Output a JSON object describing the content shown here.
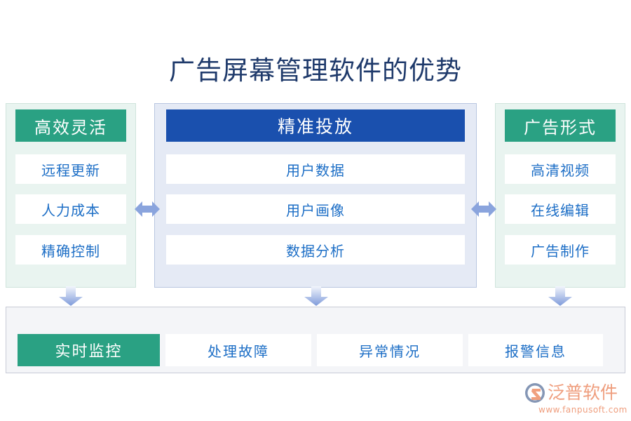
{
  "page": {
    "title": "广告屏幕管理软件的优势"
  },
  "columns": [
    {
      "id": "left",
      "header": "高效灵活",
      "header_color": "#2aa183",
      "items": [
        "远程更新",
        "人力成本",
        "精确控制"
      ]
    },
    {
      "id": "center",
      "header": "精准投放",
      "header_color": "#1a50ae",
      "items": [
        "用户数据",
        "用户画像",
        "数据分析"
      ]
    },
    {
      "id": "right",
      "header": "广告形式",
      "header_color": "#2aa183",
      "items": [
        "高清视频",
        "在线编辑",
        "广告制作"
      ]
    }
  ],
  "connectors": {
    "horizontal": [
      "double-arrow-left-right",
      "double-arrow-left-right"
    ],
    "vertical": [
      "arrow-down",
      "arrow-down",
      "arrow-down"
    ]
  },
  "bottom": {
    "items": [
      {
        "label": "实时监控",
        "style": "green"
      },
      {
        "label": "处理故障",
        "style": "white"
      },
      {
        "label": "异常情况",
        "style": "white"
      },
      {
        "label": "报警信息",
        "style": "white"
      }
    ]
  },
  "logo": {
    "name": "泛普软件",
    "url": "www.fanpusoft.com",
    "color": "#ef9e7e",
    "mark_color": "#8496b5"
  },
  "colors": {
    "title": "#1f3a6b",
    "teal": "#2aa183",
    "blue": "#1a50ae",
    "item_text": "#1c6ec6",
    "panel_side_bg": "#e9f4f0",
    "panel_center_bg": "#e5eaf5",
    "panel_bottom_bg": "#f4f5f8",
    "arrow": "#8aa4dd"
  }
}
